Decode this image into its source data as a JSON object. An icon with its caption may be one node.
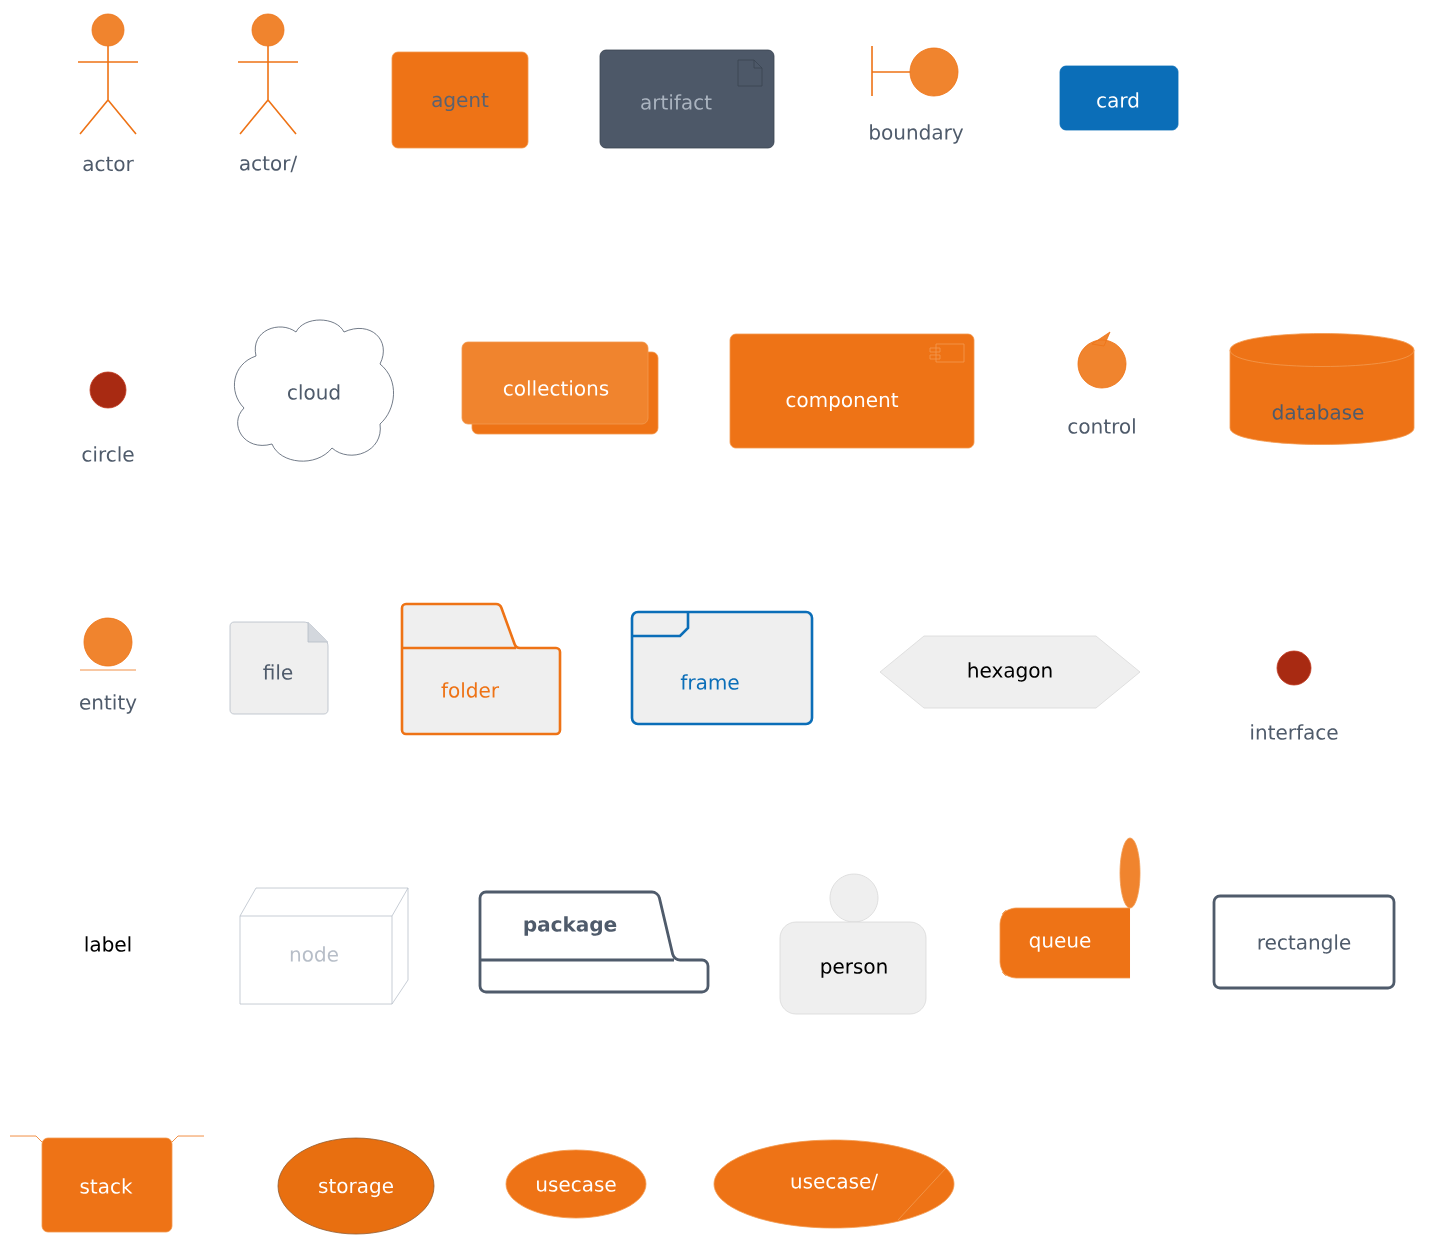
{
  "diagram": {
    "nodes": [
      {
        "text": [
          "actor"
        ]
      },
      {
        "text": [
          "actor/"
        ]
      },
      {
        "text": [
          "agent"
        ]
      },
      {
        "text": [
          "artifact"
        ]
      },
      {
        "text": [
          "boundary"
        ]
      },
      {
        "text": [
          "card"
        ]
      },
      {
        "text": [
          "circle"
        ]
      },
      {
        "text": [
          "cloud"
        ]
      },
      {
        "text": [
          "collections"
        ]
      },
      {
        "text": [
          "component"
        ]
      },
      {
        "text": [
          "control"
        ]
      },
      {
        "text": [
          "database"
        ]
      },
      {
        "text": [
          "entity"
        ]
      },
      {
        "text": [
          "file"
        ]
      },
      {
        "text": [
          "folder"
        ]
      },
      {
        "text": [
          "frame"
        ]
      },
      {
        "text": [
          "hexagon"
        ]
      },
      {
        "text": [
          "interface"
        ]
      },
      {
        "text": [
          "node"
        ]
      },
      {
        "text": [
          "package"
        ]
      },
      {
        "text": [
          "person"
        ]
      },
      {
        "text": [
          "queue"
        ]
      },
      {
        "text": [
          "rectangle"
        ]
      },
      {
        "text": [
          "stack"
        ]
      },
      {
        "text": [
          "storage"
        ]
      },
      {
        "text": [
          "usecase"
        ]
      },
      {
        "text": [
          "usecase/"
        ]
      }
    ],
    "labels": [
      "label"
    ]
  }
}
